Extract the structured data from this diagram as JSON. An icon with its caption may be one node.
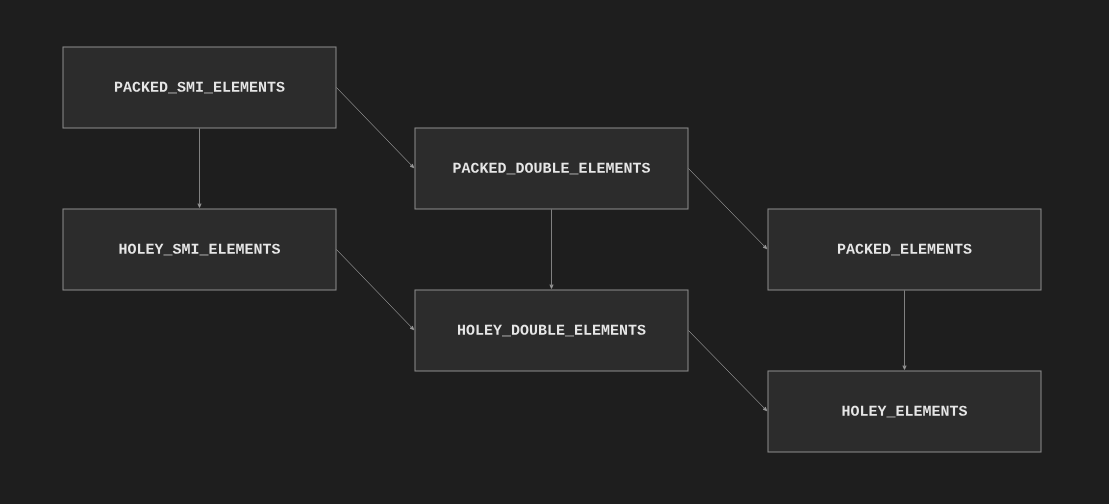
{
  "diagram": {
    "nodes": [
      {
        "text": [
          "PACKED_SMI_ELEMENTS"
        ]
      },
      {
        "text": [
          "HOLEY_SMI_ELEMENTS"
        ]
      },
      {
        "text": [
          "PACKED_DOUBLE_ELEMENTS"
        ]
      },
      {
        "text": [
          "HOLEY_DOUBLE_ELEMENTS"
        ]
      },
      {
        "text": [
          "PACKED_ELEMENTS"
        ]
      },
      {
        "text": [
          "HOLEY_ELEMENTS"
        ]
      }
    ],
    "edges": [
      {
        "from": 0,
        "to": 1,
        "arrow": "to"
      },
      {
        "from": 0,
        "to": 2,
        "arrow": "to"
      },
      {
        "from": 2,
        "to": 3,
        "arrow": "to"
      },
      {
        "from": 1,
        "to": 3,
        "arrow": "to"
      },
      {
        "from": 2,
        "to": 4,
        "arrow": "to"
      },
      {
        "from": 3,
        "to": 5,
        "arrow": "to"
      },
      {
        "from": 4,
        "to": 5,
        "arrow": "to"
      }
    ]
  }
}
